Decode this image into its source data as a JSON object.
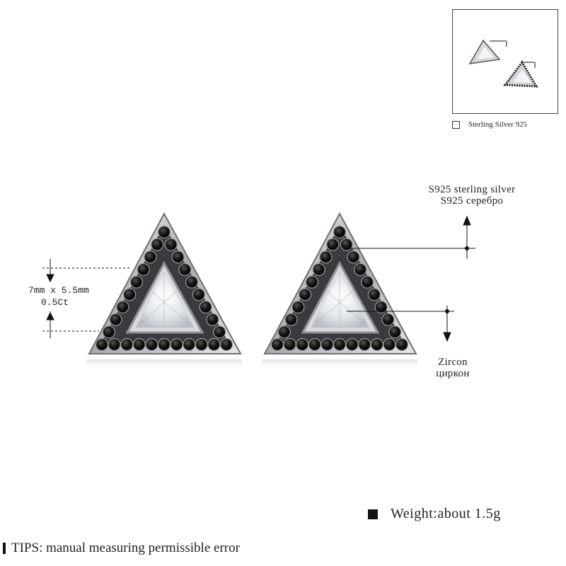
{
  "thumbnail": {
    "caption": "Sterling Silver 925"
  },
  "annotations": {
    "material_line1": "S925 sterling silver",
    "material_line2": "S925 серебро",
    "size_line1": "7mm x 5.5mm",
    "size_line2": "0.5Ct",
    "stone_line1": "Zircon",
    "stone_line2": "циркон"
  },
  "weight": {
    "text": "Weight:about 1.5g"
  },
  "tips": {
    "text": "TIPS: manual measuring permissible error"
  },
  "colors": {
    "background": "#ffffff",
    "stone_black": "#1a1a1a",
    "silver": "#c9cbcf",
    "zircon": "#eef2f5"
  }
}
